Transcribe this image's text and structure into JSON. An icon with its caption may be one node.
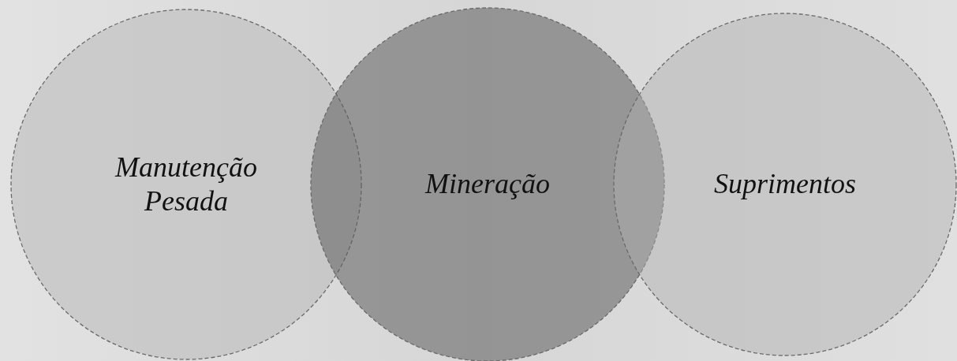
{
  "diagram": {
    "nodes": [
      {
        "text": [
          "Manutenção Pesada"
        ]
      },
      {
        "text": [
          "Mineração"
        ]
      },
      {
        "text": [
          "Suprimentos"
        ]
      }
    ]
  }
}
